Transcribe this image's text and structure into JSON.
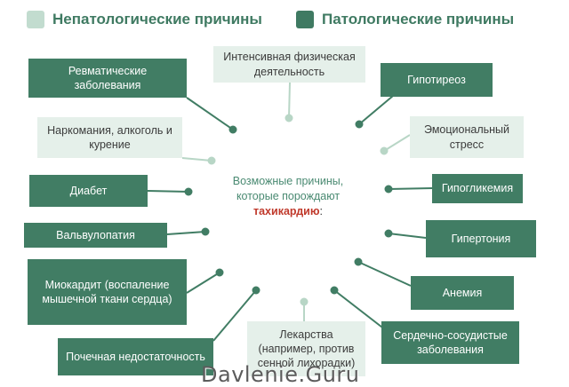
{
  "legend": {
    "nonpathological": "Непатологические причины",
    "pathological": "Патологические причины",
    "colors": {
      "nonpathological": "#c2dccf",
      "pathological": "#3f7a62"
    }
  },
  "center": {
    "line1": "Возможные причины,",
    "line2": "которые порождают",
    "highlight": "тахикардию",
    "suffix": ":"
  },
  "causes": {
    "rheumatic": "Ревматические заболевания",
    "drugs_alcohol": "Наркомания, алкоголь и курение",
    "diabetes": "Диабет",
    "valvulopathy": "Вальвулопатия",
    "myocarditis": "Миокардит (воспаление мышечной ткани сердца)",
    "renal_failure": "Почечная недостаточность",
    "medications": "Лекарства (например, против сенной лихорадки)",
    "physical_activity": "Интенсивная физическая деятельность",
    "hypothyroidism": "Гипотиреоз",
    "emotional_stress": "Эмоциональный стресс",
    "hypoglycemia": "Гипогликемия",
    "hypertension": "Гипертония",
    "anemia": "Анемия",
    "cardiovascular": "Сердечно-сосудистые заболевания"
  },
  "watermark": "Davlenie.Guru"
}
